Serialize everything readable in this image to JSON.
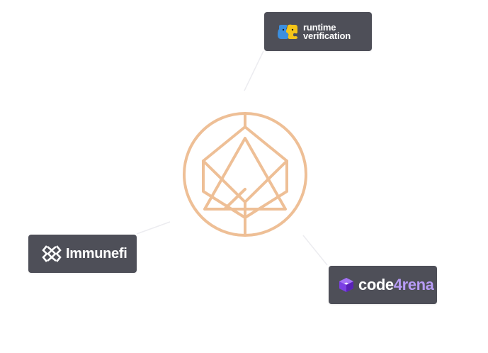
{
  "diagram": {
    "accent_color": "#eebf96",
    "card_color": "#4e4f58",
    "connector_color": "#e8e8ec",
    "center": {
      "icon": "gem-shield-logo-icon"
    },
    "partners": [
      {
        "id": "runtime-verification",
        "line1": "runtime",
        "line2": "verification",
        "icon": "puzzle-logo-icon",
        "icon_colors": [
          "#f5c518",
          "#3b8fe0"
        ]
      },
      {
        "id": "immunefi",
        "label": "Immunefi",
        "icon": "immunefi-logo-icon"
      },
      {
        "id": "code4rena",
        "label_main": "code",
        "label_accent": "4rena",
        "icon": "code4rena-cube-icon",
        "accent_color": "#b79cf5"
      }
    ]
  }
}
